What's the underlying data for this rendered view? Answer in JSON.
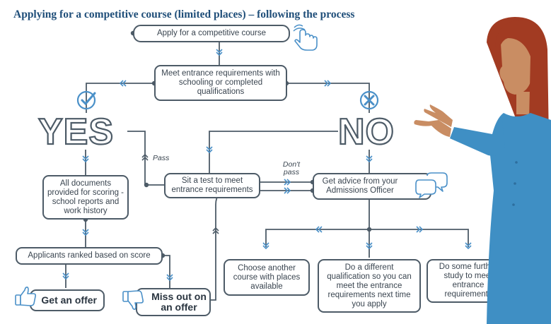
{
  "title": "Applying for a competitive course (limited places) – following the process",
  "nodes": {
    "apply": "Apply for a competitive course",
    "meet": "Meet entrance requirements with schooling or completed qualifications",
    "yes_word": "YES",
    "no_word": "NO",
    "documents": "All documents provided for scoring - school reports and work history",
    "ranked": "Applicants ranked based on score",
    "get_offer": "Get an offer",
    "miss_offer": "Miss out on an offer",
    "sit_test": "Sit a test to meet entrance requirements",
    "advice": "Get advice from your Admissions Officer",
    "choose": "Choose another course with places available",
    "different": "Do a different qualification so you can meet the entrance requirements next time you apply",
    "further": "Do some further study to meet entrance requirements"
  },
  "labels": {
    "pass": "Pass",
    "dont_pass": "Don't pass"
  },
  "colors": {
    "title": "#1f4e79",
    "line": "#4d5b67",
    "accent": "#4a90c8",
    "shirt": "#3f8fc4",
    "hair": "#a23b22",
    "skin": "#c98d63"
  },
  "icons": [
    "hand-pointer-icon",
    "check-circle-icon",
    "x-circle-icon",
    "thumbs-up-icon",
    "thumbs-down-icon",
    "speech-bubbles-icon",
    "woman-illustration"
  ]
}
